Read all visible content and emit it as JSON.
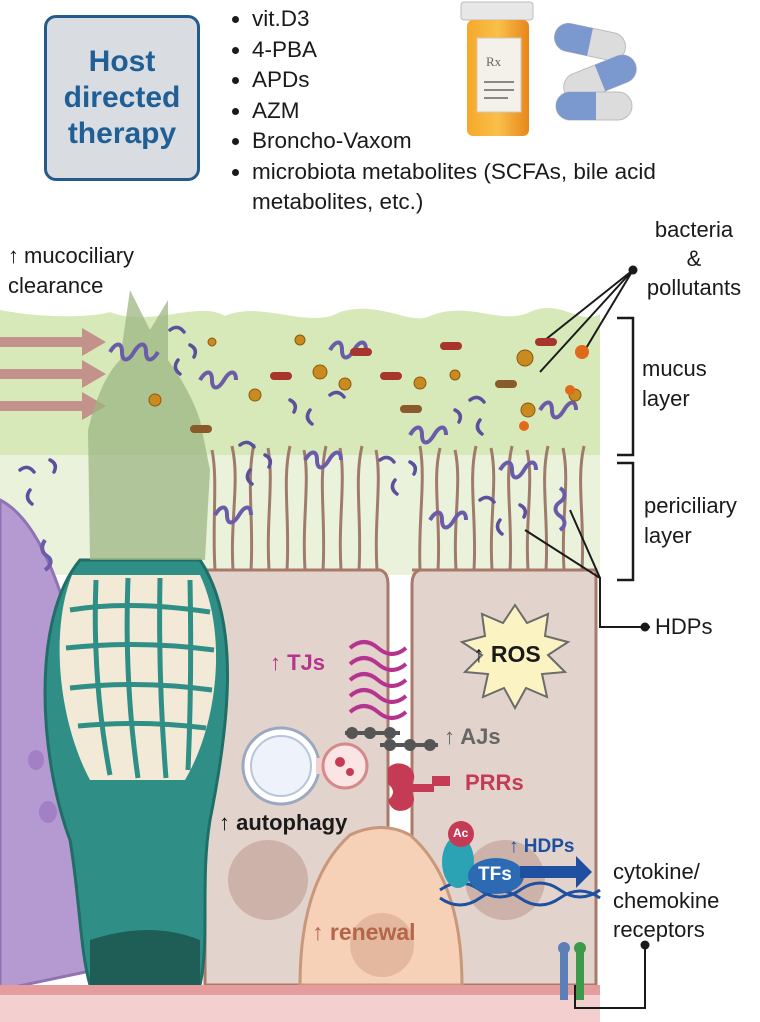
{
  "title_box": {
    "text": "Host\ndirected\ntherapy"
  },
  "therapies": [
    "vit.D3",
    "4-PBA",
    "APDs",
    "AZM",
    "Broncho-Vaxom",
    "microbiota metabolites (SCFAs, bile acid metabolites, etc.)"
  ],
  "rx_label": "Rx",
  "labels": {
    "mucociliary_arrow": "↑",
    "mucociliary": "mucociliary",
    "clearance": "clearance",
    "bacteria_line1": "bacteria",
    "bacteria_line2": "&",
    "bacteria_line3": "pollutants",
    "mucus_line1": "mucus",
    "mucus_line2": "layer",
    "periciliary_line1": "periciliary",
    "periciliary_line2": "layer",
    "hdps_right": "HDPs",
    "cytokine_line1": "cytokine/",
    "cytokine_line2": "chemokine",
    "cytokine_line3": "receptors",
    "tjs": "↑ TJs",
    "ros": "↑ ROS",
    "ajs": "↑ AJs",
    "prrs": "PRRs",
    "autophagy": "↑ autophagy",
    "ac": "Ac",
    "tfs": "TFs",
    "hdps_cell": "↑ HDPs",
    "renewal": "↑ renewal"
  },
  "colors": {
    "box_border": "#255a8c",
    "box_fill": "#d9dde2",
    "box_text": "#1f5f96",
    "mucus": "#d7e9b8",
    "periciliary": "#e8f1d7",
    "cell_fill": "#e2d3cc",
    "cell_border": "#a97a6a",
    "goblet": "#2f8f86",
    "tjs": "#b5348f",
    "prrs": "#c53b55",
    "ajs": "#666666",
    "renewal": "#b5654a",
    "tfs": "#2c6bb3",
    "pill_blue": "#6e8fc9",
    "bottle": "#f39c21"
  }
}
